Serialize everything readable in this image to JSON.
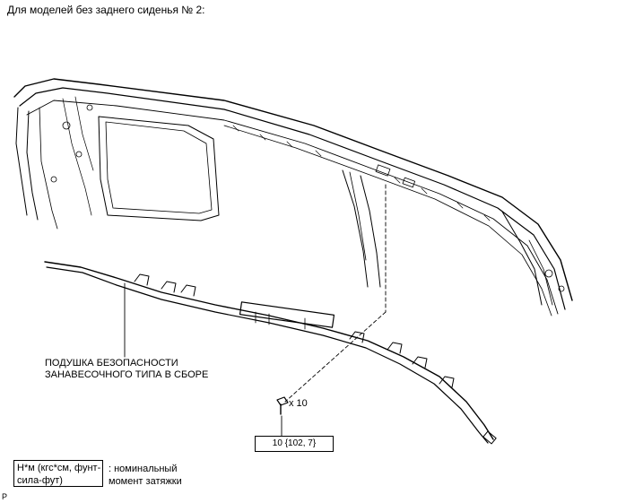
{
  "heading": "Для моделей без заднего сиденья № 2:",
  "part_label_line1": "ПОДУШКА БЕЗОПАСНОСТИ",
  "part_label_line2": "ЗАНАВЕСОЧНОГО ТИПА В СБОРЕ",
  "bolt_quantity": "x 10",
  "torque_value": "10 {102, 7}",
  "legend": {
    "units_line1": "Н*м (кгс*см, фунт-",
    "units_line2": "сила-фут)",
    "desc_line1": ": номинальный",
    "desc_line2": "момент затяжки"
  },
  "page_marker": "P"
}
